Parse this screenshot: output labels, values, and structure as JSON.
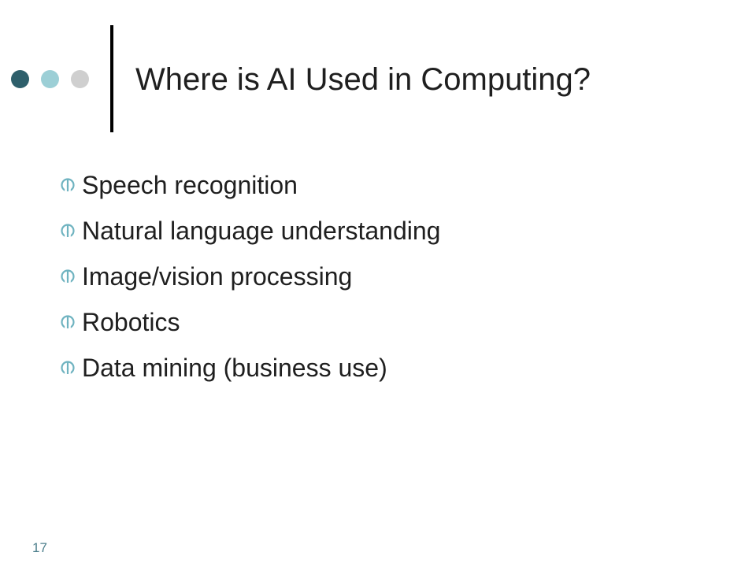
{
  "slide": {
    "title": "Where is AI Used in Computing?",
    "bullets": [
      {
        "text": "Speech recognition",
        "icon": "sprout-bullet-icon"
      },
      {
        "text": "Natural language understanding",
        "icon": "sprout-bullet-icon"
      },
      {
        "text": "Image/vision processing",
        "icon": "sprout-bullet-icon"
      },
      {
        "text": "Robotics",
        "icon": "sprout-bullet-icon"
      },
      {
        "text": "Data mining (business use)",
        "icon": "sprout-bullet-icon"
      }
    ],
    "slide_number": "17"
  },
  "colors": {
    "dot_dark": "#2e5f6b",
    "dot_light": "#9ccfd6",
    "dot_gray": "#cfcfcf",
    "divider": "#000000",
    "bullet_icon": "#6fb3c0",
    "slide_number": "#4d7f8c",
    "text": "#1f1f1f"
  }
}
